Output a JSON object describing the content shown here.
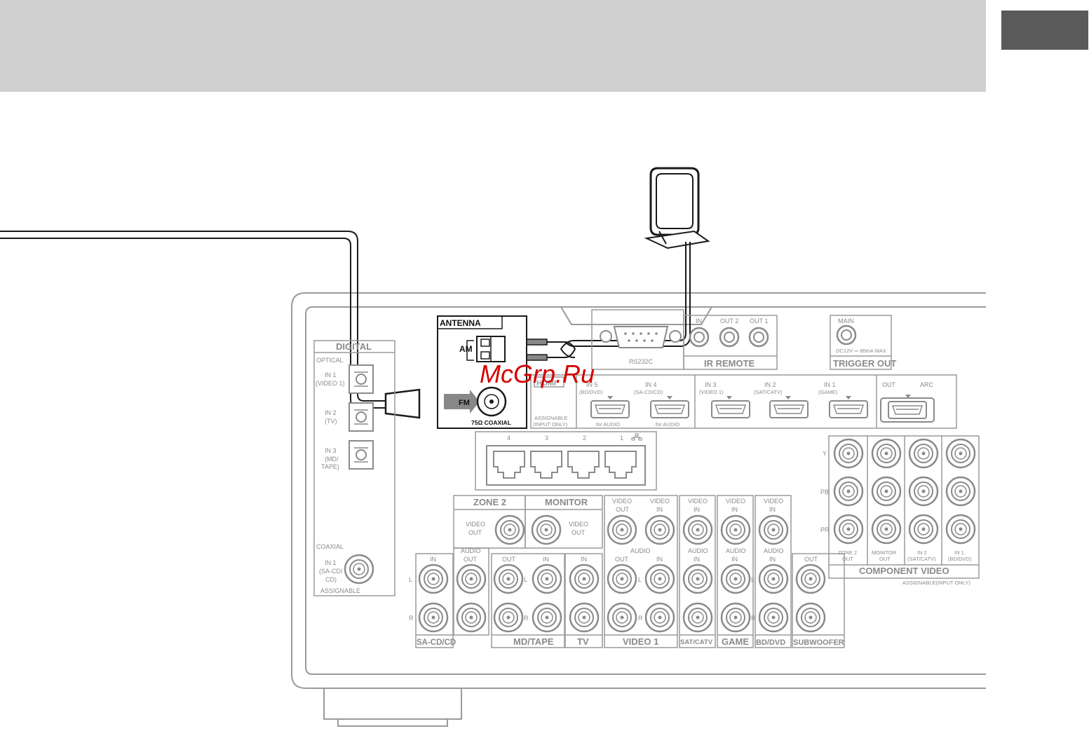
{
  "colors": {
    "header_band": "#cfcfcf",
    "corner_tab": "#5a5a5a",
    "panel_line": "#9a9a9a",
    "watermark": "#d40000"
  },
  "watermark": "McGrp.Ru",
  "antenna": {
    "title": "ANTENNA",
    "am": "AM",
    "fm": "FM",
    "fm_spec": "75Ω COAXIAL"
  },
  "digital": {
    "title": "DIGITAL",
    "optical": "OPTICAL",
    "coaxial": "COAXIAL",
    "assignable": "ASSIGNABLE",
    "in1a": "IN 1",
    "in1b": "(VIDEO 1)",
    "in2a": "IN 2",
    "in2b": "(TV)",
    "in3a": "IN 3",
    "in3b": "(MD/",
    "in3c": "TAPE)",
    "cin1a": "IN 1",
    "cin1b": "(SA-CD/",
    "cin1c": "CD)"
  },
  "rs232c": "RS232C",
  "ir_remote": {
    "title": "IR REMOTE",
    "in": "IN",
    "out2": "OUT 2",
    "out1": "OUT 1"
  },
  "trigger": {
    "title": "TRIGGER OUT",
    "main": "MAIN",
    "spec": "DC12V ⎓ 80mA MAX"
  },
  "hdmi": {
    "logo": "HDMI",
    "assignable1": "ASSIGNABLE",
    "assignable2": "(INPUT ONLY)",
    "for_audio": "for AUDIO",
    "in5a": "IN 5",
    "in5b": "(BD/DVD)",
    "in4a": "IN 4",
    "in4b": "(SA-CD/CD)",
    "in3a": "IN 3",
    "in3b": "(VIDEO 1)",
    "in2a": "IN 2",
    "in2b": "(SAT/CATV)",
    "in1a": "IN 1",
    "in1b": "(GAME)",
    "out": "OUT",
    "arc": "ARC"
  },
  "lan": {
    "n4": "4",
    "n3": "3",
    "n2": "2",
    "n1": "1",
    "lan_icon": "network-icon"
  },
  "zone2": {
    "title": "ZONE 2",
    "video": "VIDEO",
    "out": "OUT",
    "audio": "AUDIO"
  },
  "monitor": {
    "title": "MONITOR",
    "video": "VIDEO",
    "out": "OUT"
  },
  "audio_labels": {
    "in": "IN",
    "out": "OUT",
    "l": "L",
    "r": "R",
    "video": "VIDEO",
    "audio": "AUDIO"
  },
  "groups": {
    "sacd": "SA-CD/CD",
    "mdtape": "MD/TAPE",
    "tv": "TV",
    "video1": "VIDEO 1",
    "satcatv": "SAT/CATV",
    "game": "GAME",
    "bddvd": "BD/DVD",
    "subwoofer": "SUBWOOFER"
  },
  "component": {
    "title": "COMPONENT VIDEO",
    "assignable": "ASSIGNABLE(INPUT ONLY)",
    "y": "Y",
    "pb": "PB",
    "pr": "PR",
    "zone2a": "ZONE 2",
    "zone2b": "OUT",
    "monitora": "MONITOR",
    "monitorb": "OUT",
    "in2a": "IN 2",
    "in2b": "(SAT/CATV)",
    "in1a": "IN 1",
    "in1b": "(BD/DVD)"
  }
}
